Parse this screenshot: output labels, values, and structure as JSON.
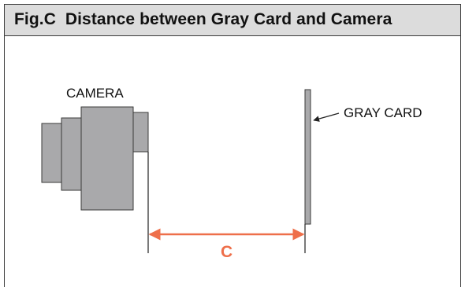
{
  "figure": {
    "title": "Fig.C  Distance between Gray Card and Camera"
  },
  "labels": {
    "camera": "CAMERA",
    "gray_card": "GRAY CARD",
    "distance": "C"
  },
  "colors": {
    "title_bar": "#dcdcdc",
    "camera_body": "#a9a9ab",
    "outline": "#3a3a3a",
    "dimension_arrow": "#ee6f4a"
  },
  "icons": {
    "camera": "camera-icon",
    "gray_card": "gray-card-icon"
  }
}
